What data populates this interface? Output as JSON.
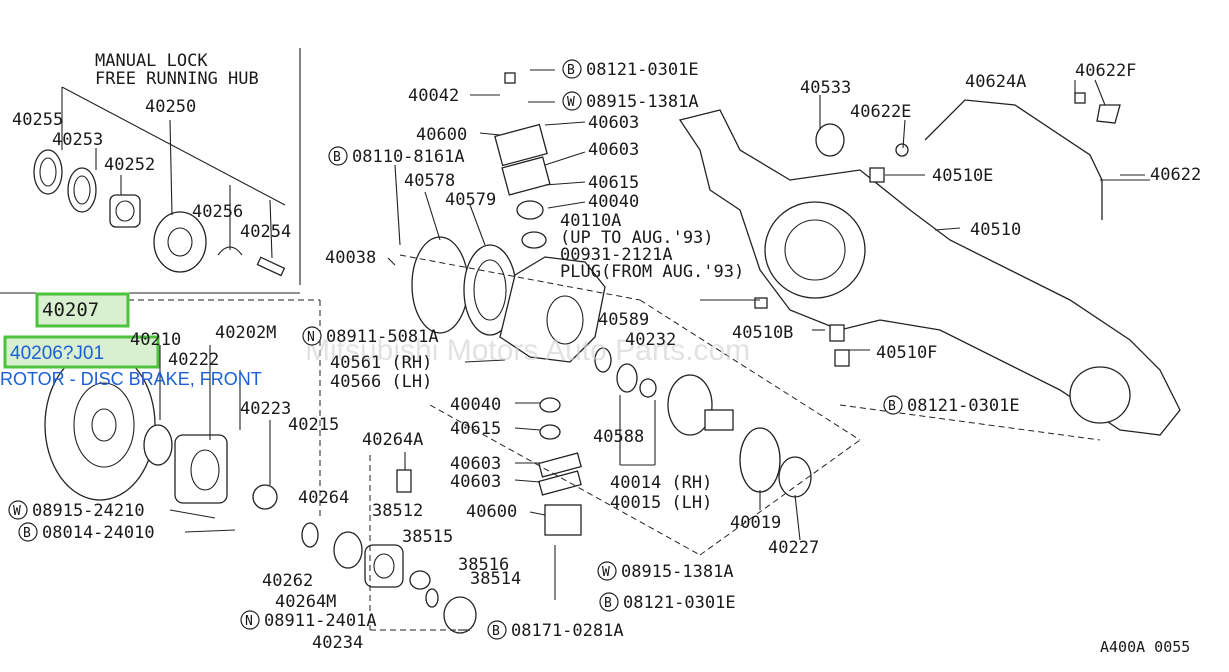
{
  "inset_title": [
    "MANUAL LOCK",
    "FREE RUNNING HUB"
  ],
  "highlight_part": "40207",
  "selected_part": "40206?J01",
  "selected_desc": "ROTOR - DISC BRAKE, FRONT",
  "watermark": "Mitsubishi Motors Auto Parts.com",
  "figure_code": "A400A 0055",
  "labels": {
    "l40255": "40255",
    "l40253": "40253",
    "l40250": "40250",
    "l40252": "40252",
    "l40256": "40256",
    "l40254": "40254",
    "l40210": "40210",
    "l40202m": "40202M",
    "l40222": "40222",
    "l40223": "40223",
    "l40215": "40215",
    "l08915a": "08915-24210",
    "l08014": "08014-24010",
    "l08121a": "08121-0301E",
    "l40042": "40042",
    "l08915b": "08915-1381A",
    "l40600a": "40600",
    "l40603a": "40603",
    "l40603b": "40603",
    "l08110": "08110-8161A",
    "l40578": "40578",
    "l40579": "40579",
    "l40615a": "40615",
    "l40040a": "40040",
    "l40110a": "40110A",
    "l_upto": "(UP TO AUG.'93)",
    "l00931": "00931-2121A",
    "l_plug": "PLUG(FROM AUG.'93)",
    "l40038": "40038",
    "l08911a": "08911-5081A",
    "l40561": "40561 (RH)",
    "l40566": "40566 (LH)",
    "l40589": "40589",
    "l40232": "40232",
    "l40040b": "40040",
    "l40615b": "40615",
    "l40588": "40588",
    "l40264a": "40264A",
    "l40603c": "40603",
    "l40603d": "40603",
    "l40014": "40014 (RH)",
    "l40015": "40015 (LH)",
    "l40264": "40264",
    "l38512": "38512",
    "l40600b": "40600",
    "l40019": "40019",
    "l40227": "40227",
    "l38515": "38515",
    "l38516": "38516",
    "l38514": "38514",
    "l40262": "40262",
    "l40264m": "40264M",
    "l08915c": "08915-1381A",
    "l08121b": "08121-0301E",
    "l08911b": "08911-2401A",
    "l08171": "08171-0281A",
    "l40234": "40234",
    "l40533": "40533",
    "l40624a": "40624A",
    "l40622f": "40622F",
    "l40622e": "40622E",
    "l40510e": "40510E",
    "l40622": "40622",
    "l40510": "40510",
    "l40510b": "40510B",
    "l40510f": "40510F",
    "l08121c": "08121-0301E"
  },
  "prefix": {
    "bolt": "B",
    "washer": "W",
    "nut": "N"
  }
}
